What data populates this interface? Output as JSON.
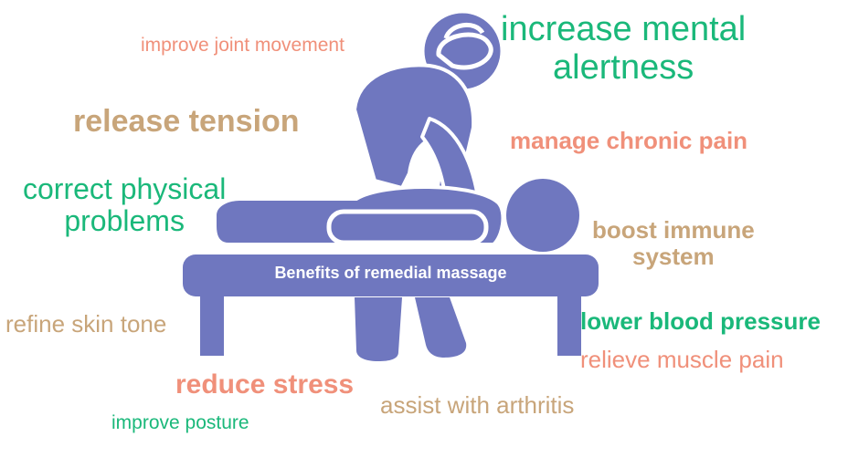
{
  "colors": {
    "figure": "#6f77bf",
    "green": "#1ab87a",
    "salmon": "#f0907a",
    "tan": "#c8a57a",
    "table_text": "#ffffff"
  },
  "table_label": "Benefits of remedial massage",
  "benefits": {
    "increase_mental_alertness": {
      "line1": "increase mental",
      "line2": "alertness"
    },
    "improve_joint_movement": "improve joint movement",
    "release_tension": "release tension",
    "manage_chronic_pain": "manage chronic pain",
    "correct_physical_problems": {
      "line1": "correct physical",
      "line2": "problems"
    },
    "boost_immune_system": {
      "line1": "boost immune",
      "line2": "system"
    },
    "refine_skin_tone": "refine skin tone",
    "lower_blood_pressure": "lower blood pressure",
    "relieve_muscle_pain": "relieve muscle pain",
    "reduce_stress": "reduce stress",
    "assist_with_arthritis": "assist with arthritis",
    "improve_posture": "improve posture"
  }
}
